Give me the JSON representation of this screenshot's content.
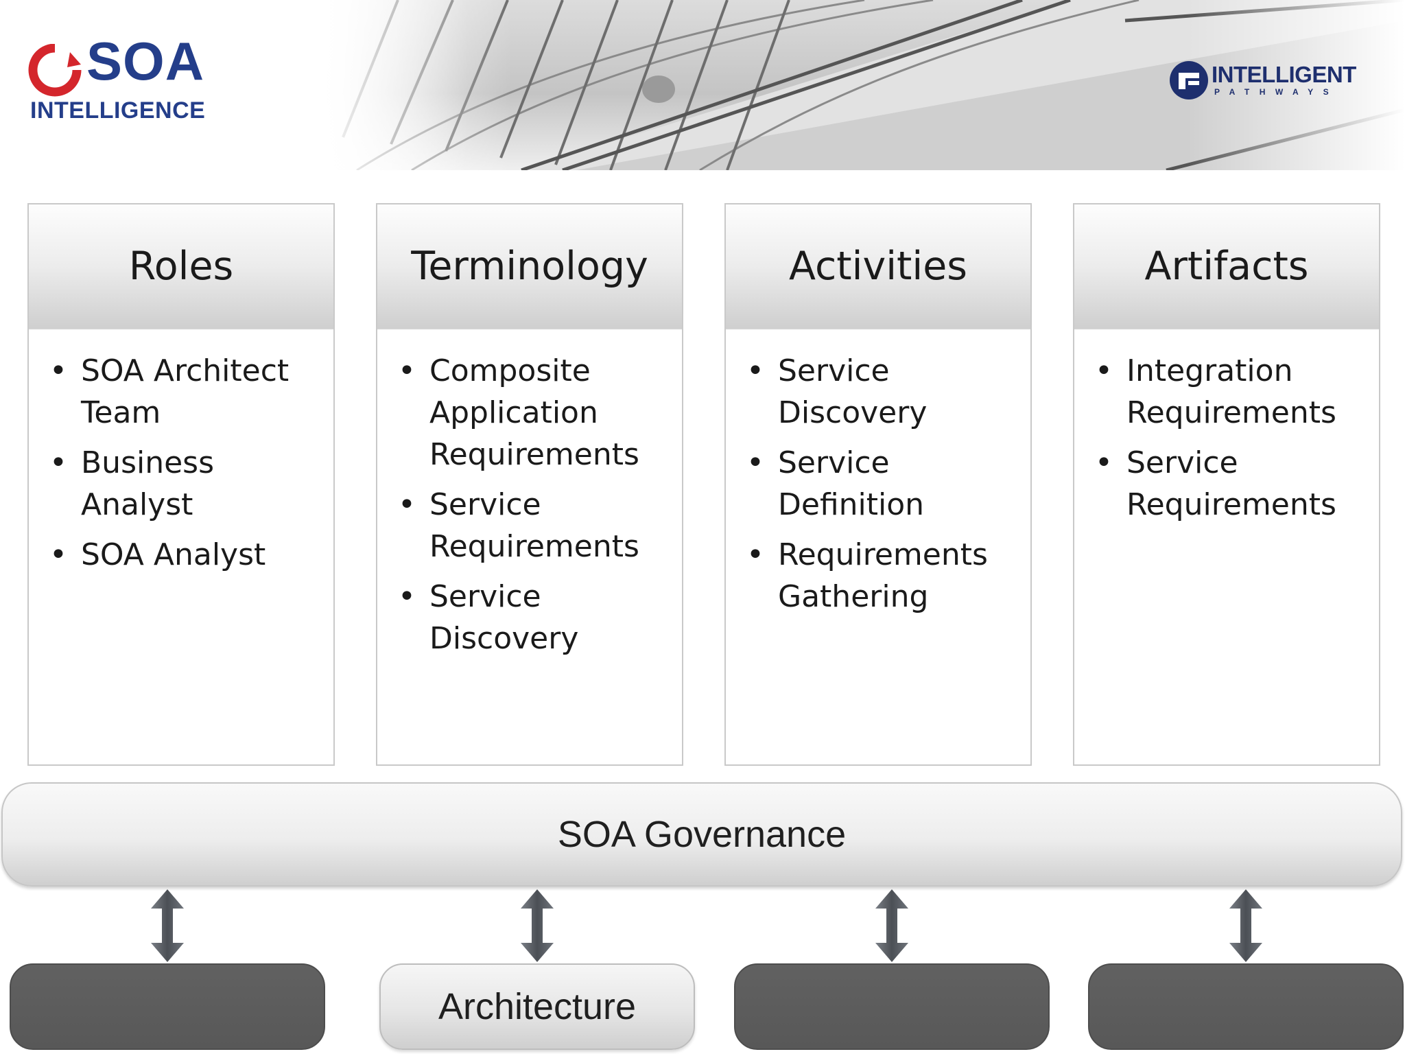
{
  "header": {
    "left_logo": {
      "word": "SOA",
      "subtitle": "INTELLIGENCE"
    },
    "right_logo": {
      "word": "INTELLIGENT",
      "subtitle": "PATHWAYS"
    }
  },
  "columns": [
    {
      "title": "Roles",
      "items": [
        [
          "SOA Architect",
          "Team"
        ],
        [
          "Business",
          "Analyst"
        ],
        [
          "SOA Analyst"
        ]
      ]
    },
    {
      "title": "Terminology",
      "items": [
        [
          "Composite",
          "Application",
          "Requirements"
        ],
        [
          "Service",
          "Requirements"
        ],
        [
          "Service",
          "Discovery"
        ]
      ]
    },
    {
      "title": "Activities",
      "items": [
        [
          "Service",
          "Discovery"
        ],
        [
          "Service",
          "Definition"
        ],
        [
          "Requirements",
          "Gathering"
        ]
      ]
    },
    {
      "title": "Artifacts",
      "items": [
        [
          "Integration",
          "Requirements"
        ],
        [
          "Service",
          "Requirements"
        ]
      ]
    }
  ],
  "governance": {
    "label": "SOA Governance"
  },
  "bottom_pills": [
    {
      "label": "",
      "highlighted": false
    },
    {
      "label": "Architecture",
      "highlighted": true
    },
    {
      "label": "",
      "highlighted": false
    },
    {
      "label": "",
      "highlighted": false
    }
  ],
  "colors": {
    "logo_blue": "#243e8a",
    "logo_red": "#d4262c",
    "dark_pill": "#5a5a5a",
    "arrow": "#5a5f66"
  }
}
